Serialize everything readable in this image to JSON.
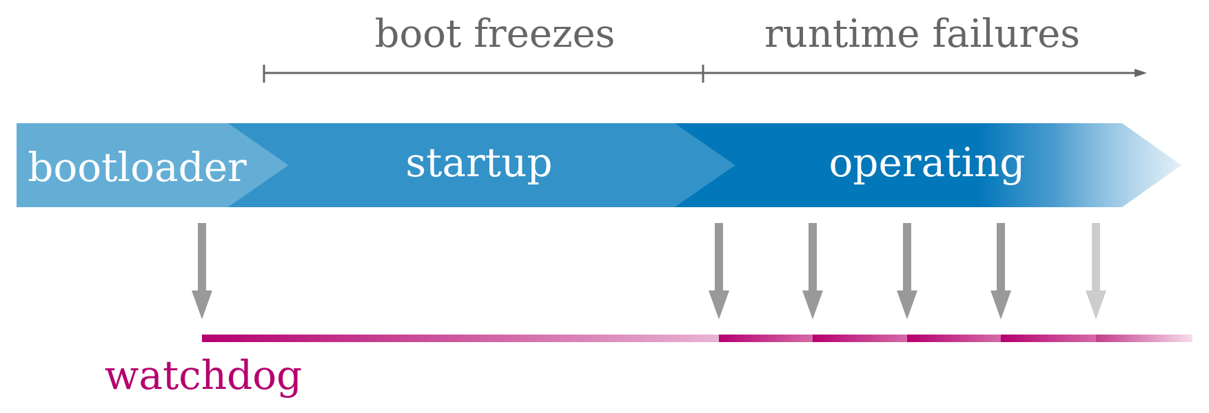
{
  "top_labels": {
    "boot_freezes": "boot freezes",
    "runtime_failures": "runtime failures"
  },
  "phases": {
    "bootloader": {
      "label": "bootloader",
      "color": "#64aed6"
    },
    "startup": {
      "label": "startup",
      "color": "#3392c8"
    },
    "operating": {
      "label": "operating",
      "color": "#0277b9"
    }
  },
  "watchdog": {
    "label": "watchdog",
    "color": "#b5006e"
  },
  "colors": {
    "annotation": "#666666",
    "arrow": "#999999",
    "arrow_faded": "#cccccc"
  }
}
